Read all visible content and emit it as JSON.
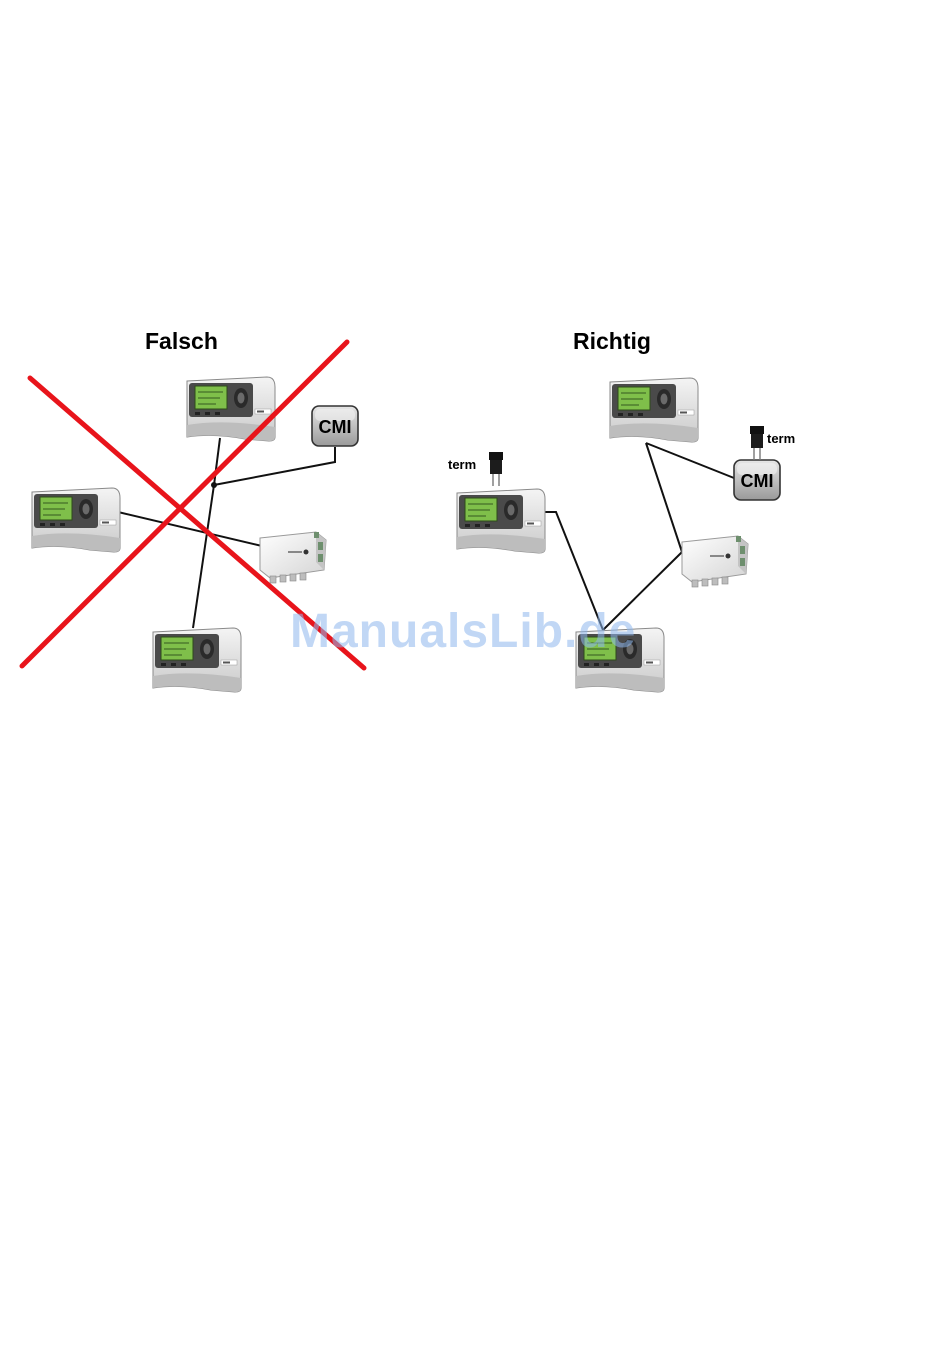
{
  "headings": {
    "wrong": "Falsch",
    "right": "Richtig"
  },
  "labels": {
    "cmi": "CMI",
    "term": "term"
  },
  "watermark": "ManualsLib.de",
  "colors": {
    "cross": "#e8141b",
    "wire": "#111111",
    "screen": "#7fbf4a",
    "watermark": "#8fb8ee"
  }
}
